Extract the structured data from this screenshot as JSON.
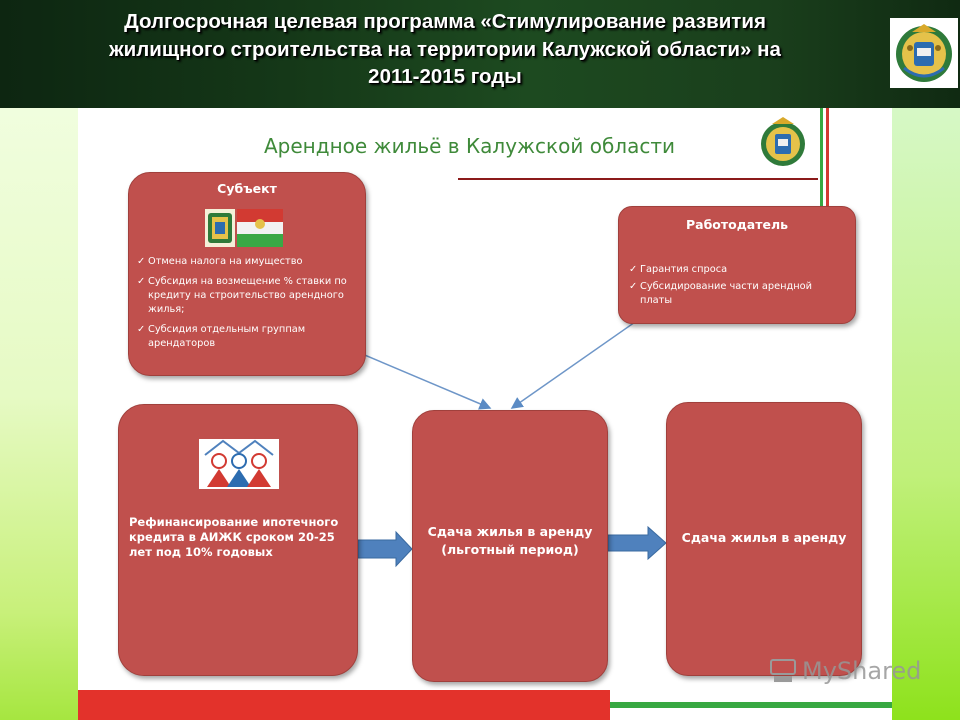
{
  "header": {
    "title_line1": "Долгосрочная целевая программа «Стимулирование развития",
    "title_line2": "жилищного строительства на территории Калужской области» на",
    "title_line3": "2011-2015 годы"
  },
  "slide": {
    "title": "Арендное жильё в Калужской области",
    "subject_box": {
      "title": "Субъект",
      "bullets": [
        "Отмена налога на имущество",
        "Субсидия на возмещение % ставки по кредиту на строительство арендного жилья;",
        "Субсидия отдельным группам арендаторов"
      ]
    },
    "employer_box": {
      "title": "Работодатель",
      "bullets": [
        "Гарантия спроса",
        "Субсидирование части арендной платы"
      ]
    },
    "refinance_box": {
      "text": "Рефинансирование ипотечного кредита в АИЖК сроком 20-25 лет под 10% годовых"
    },
    "rent_preferential_box": {
      "line1": "Сдача жилья в аренду",
      "line2": "(льготный период)"
    },
    "rent_box": {
      "text": "Сдача жилья в аренду"
    }
  },
  "watermark": "MyShared",
  "colors": {
    "header_bg": "#153818",
    "box_red": "#c0504d",
    "title_green": "#3f8a3a",
    "arrow_blue": "#4f81bd",
    "bar_red": "#e3322b",
    "bar_green": "#38a842"
  },
  "icons": [
    "checkmark-icon",
    "coat-of-arms-icon",
    "flag-icon",
    "people-icon",
    "arrow-right-icon",
    "watermark-logo-icon"
  ]
}
